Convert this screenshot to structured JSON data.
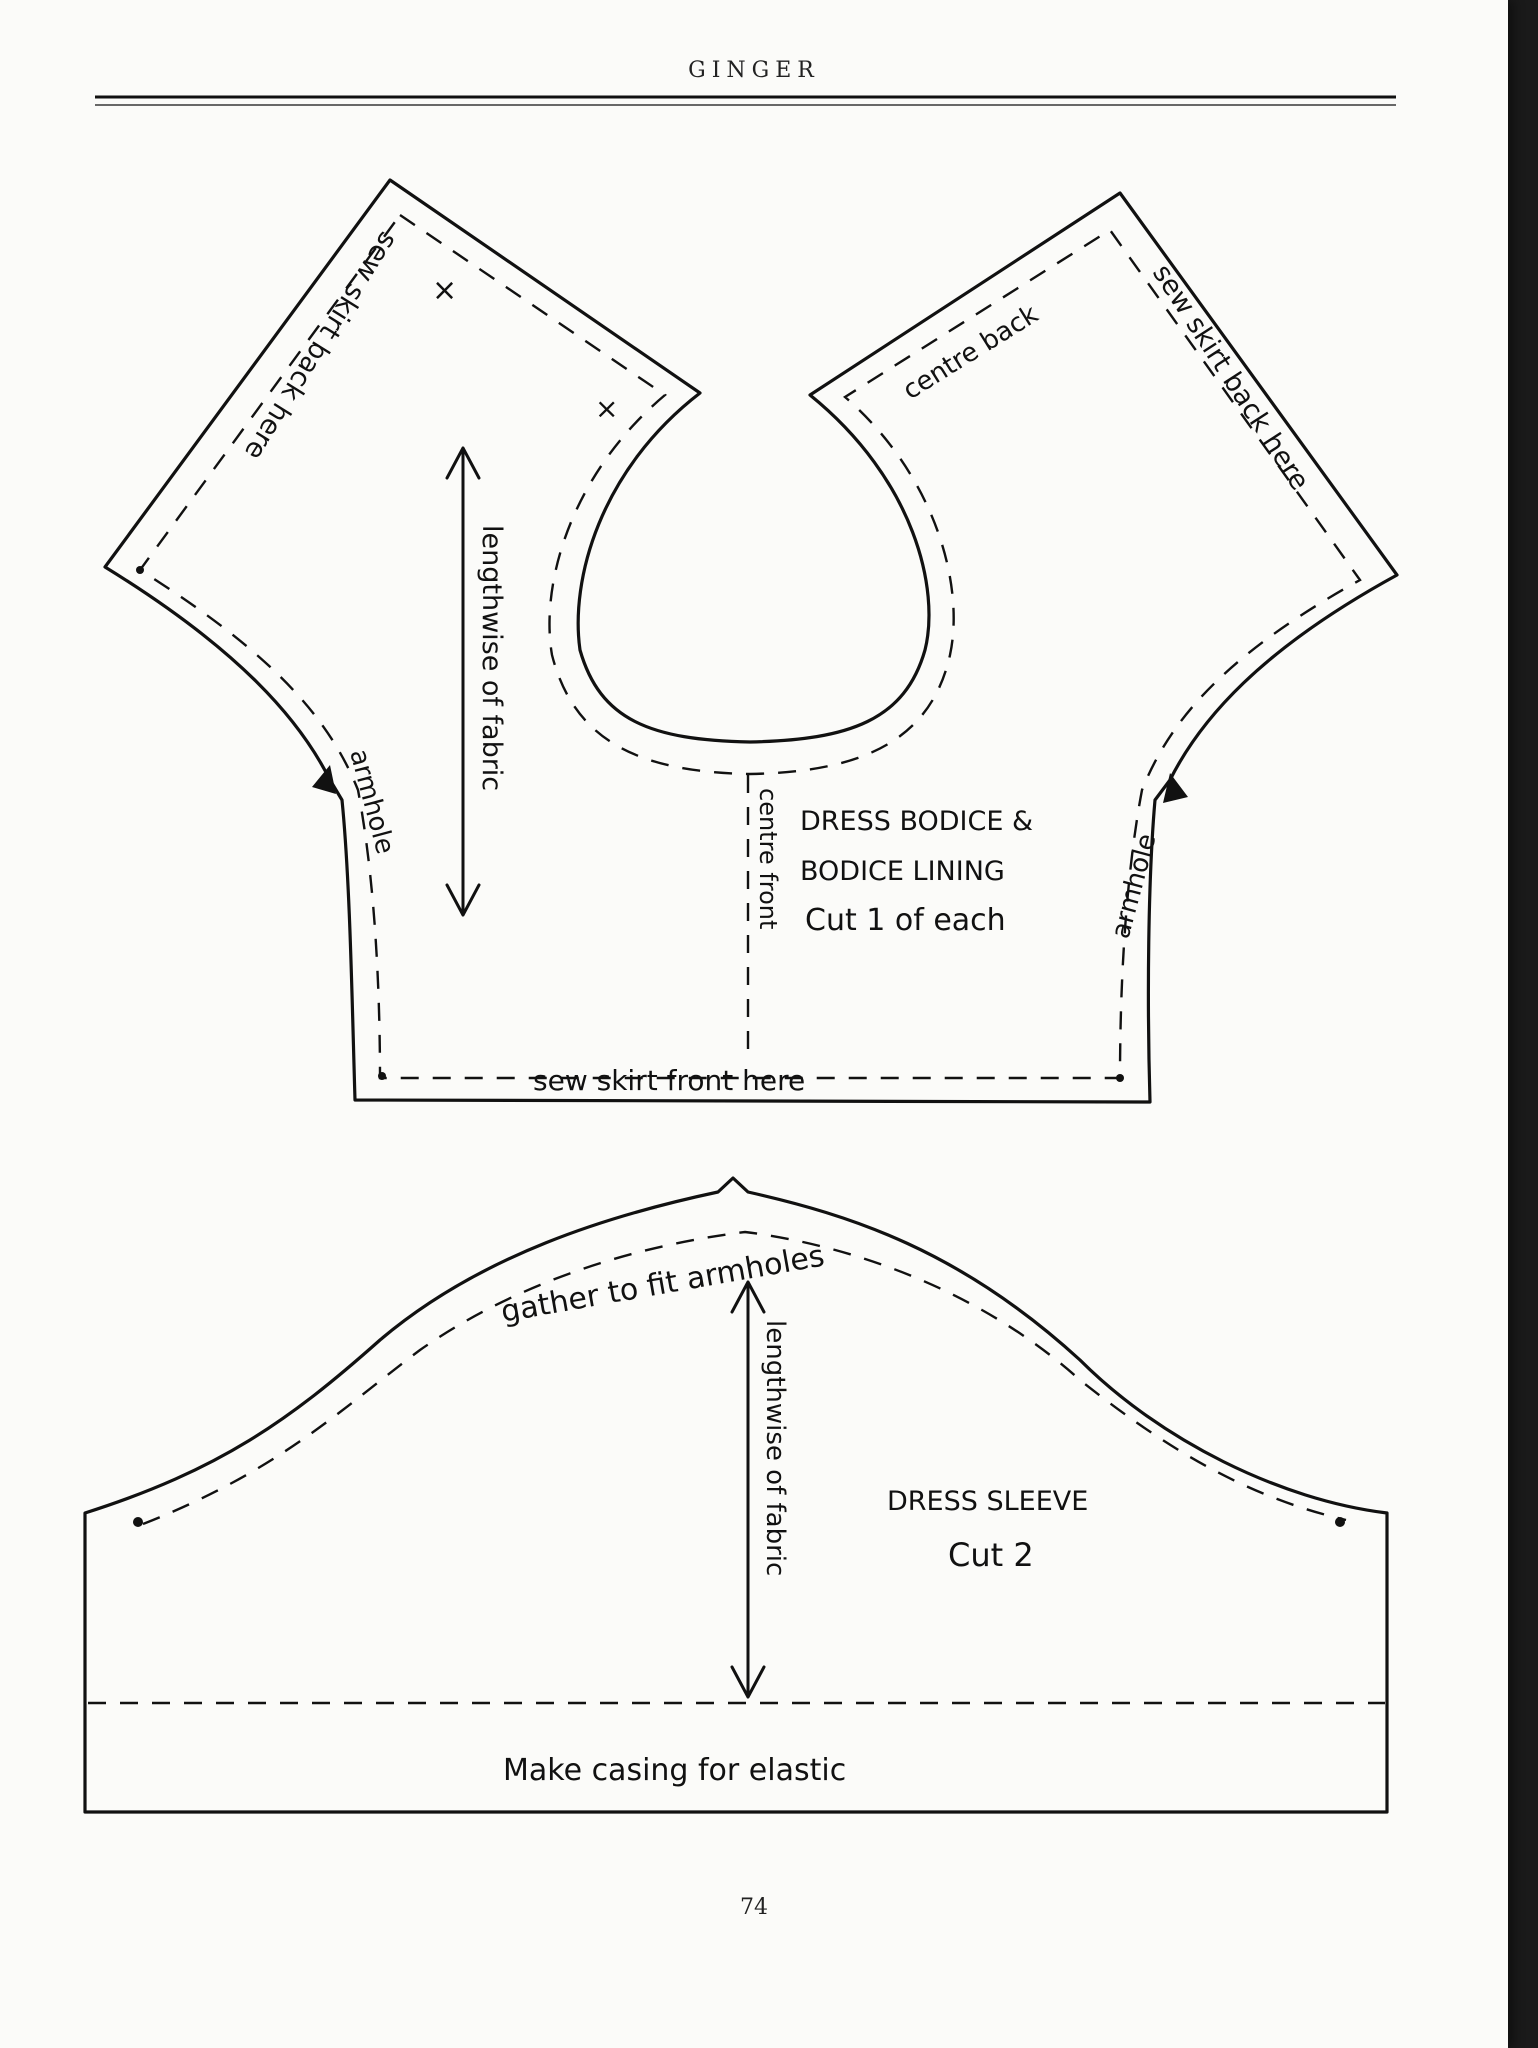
{
  "header": {
    "title": "GINGER"
  },
  "page": {
    "number": "74"
  },
  "bodice": {
    "title_line1": "DRESS BODICE &",
    "title_line2": "BODICE LINING",
    "cut": "Cut 1 of each",
    "centre_front": "centre front",
    "centre_back": "centre back",
    "sew_skirt_back_left": "sew skirt back here",
    "sew_skirt_back_right": "sew skirt back here",
    "armhole_left": "armhole",
    "armhole_right": "armhole",
    "sew_skirt_front": "sew skirt front here",
    "grain": "lengthwise of fabric",
    "mark_x1": "×",
    "mark_x2": "×"
  },
  "sleeve": {
    "title": "DRESS SLEEVE",
    "cut": "Cut 2",
    "gather": "gather to fit armholes",
    "grain": "lengthwise of fabric",
    "casing": "Make casing for elastic"
  }
}
